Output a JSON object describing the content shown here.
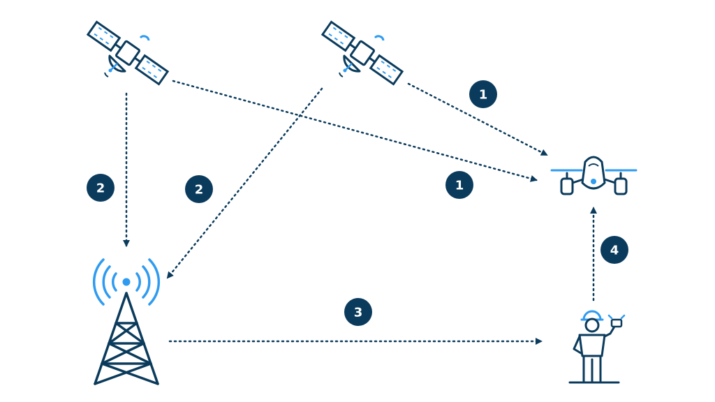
{
  "colors": {
    "navy": "#0b3b5c",
    "accent": "#2f9bf0",
    "background": "#ffffff"
  },
  "icons": {
    "satellite_left": "satellite-icon",
    "satellite_right": "satellite-icon",
    "tower": "radio-tower-icon",
    "drone": "drone-icon",
    "operator": "operator-with-controller-icon"
  },
  "badges": {
    "sat_right_to_drone": "1",
    "sat_left_to_drone": "1",
    "sat_left_to_tower": "2",
    "sat_right_to_tower": "2",
    "tower_to_operator": "3",
    "operator_to_drone": "4"
  }
}
